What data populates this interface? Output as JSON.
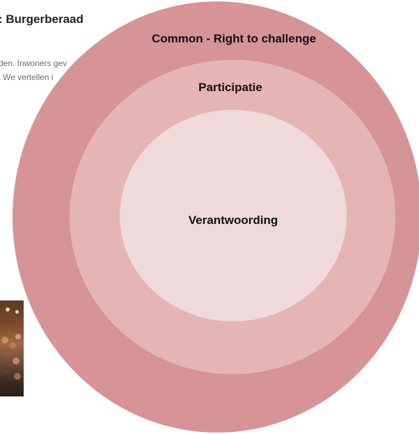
{
  "background_page": {
    "title": ": Burgerberaad",
    "text_line_1": "den. Inwoners gev",
    "text_line_2": "We vertellen i"
  },
  "diagram": {
    "rings": [
      {
        "label": "Common - Right to challenge",
        "color": "#d79496"
      },
      {
        "label": "Participatie",
        "color": "#e5b5b6"
      },
      {
        "label": "Verantwoording",
        "color": "#f0d9da"
      }
    ]
  }
}
